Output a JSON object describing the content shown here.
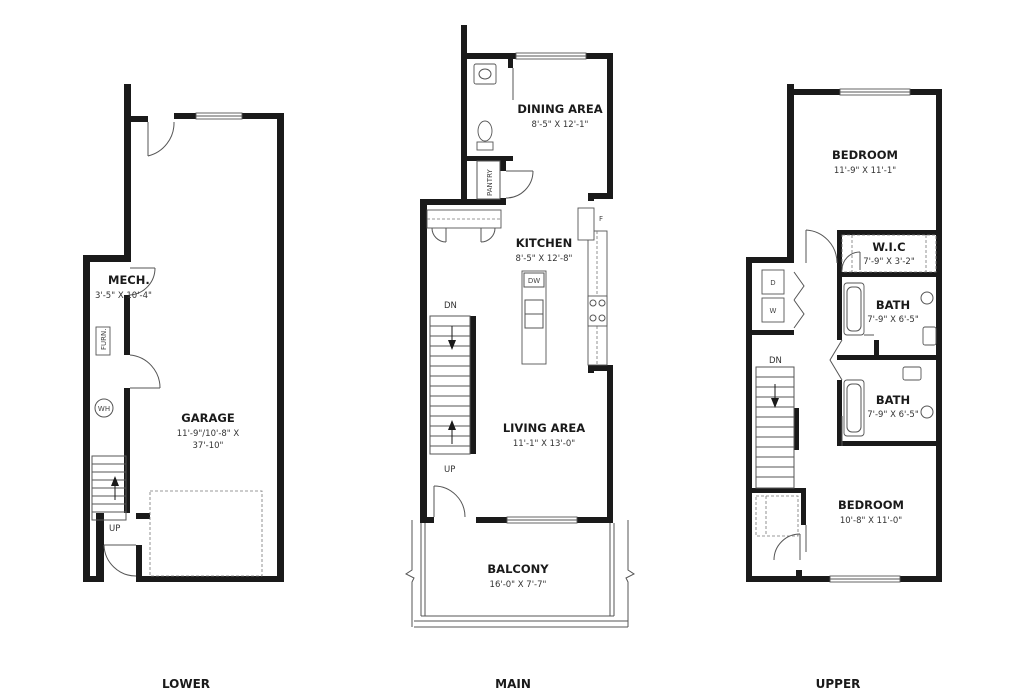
{
  "floors": {
    "lower": {
      "title": "LOWER",
      "mech": {
        "name": "MECH.",
        "dims": "3'-5\" X 10'-4\""
      },
      "garage": {
        "name": "GARAGE",
        "dims_line1": "11'-9\"/10'-8\" X",
        "dims_line2": "37'-10\""
      },
      "furn": "FURN.",
      "wh": "WH",
      "up": "UP"
    },
    "main": {
      "title": "MAIN",
      "dining": {
        "name": "DINING AREA",
        "dims": "8'-5\" X 12'-1\""
      },
      "kitchen": {
        "name": "KITCHEN",
        "dims": "8'-5\" X 12'-8\""
      },
      "living": {
        "name": "LIVING AREA",
        "dims": "11'-1\" X 13'-0\""
      },
      "balcony": {
        "name": "BALCONY",
        "dims": "16'-0\" X 7'-7\""
      },
      "pantry": "PANTRY",
      "dw": "DW",
      "fridge": "F",
      "dn": "DN",
      "up": "UP"
    },
    "upper": {
      "title": "UPPER",
      "bedroom1": {
        "name": "BEDROOM",
        "dims": "11'-9\" X 11'-1\""
      },
      "wic": {
        "name": "W.I.C",
        "dims": "7'-9\" X 3'-2\""
      },
      "bath1": {
        "name": "BATH",
        "dims": "7'-9\" X 6'-5\""
      },
      "bath2": {
        "name": "BATH",
        "dims": "7'-9\" X 6'-5\""
      },
      "bedroom2": {
        "name": "BEDROOM",
        "dims": "10'-8\" X 11'-0\""
      },
      "dryer": "D",
      "washer": "W",
      "dn": "DN"
    }
  }
}
